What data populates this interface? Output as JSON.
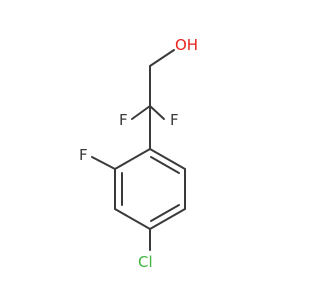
{
  "molecule": {
    "atoms": {
      "hydroxyl": "OH",
      "fluorine_left": "F",
      "fluorine_right": "F",
      "fluorine_ring": "F",
      "chlorine": "Cl"
    },
    "colors": {
      "bond": "#3a3a3a",
      "oxygen": "#e8231c",
      "fluorine": "#3a3a3a",
      "chlorine": "#3fb53f",
      "background": "#ffffff"
    }
  }
}
